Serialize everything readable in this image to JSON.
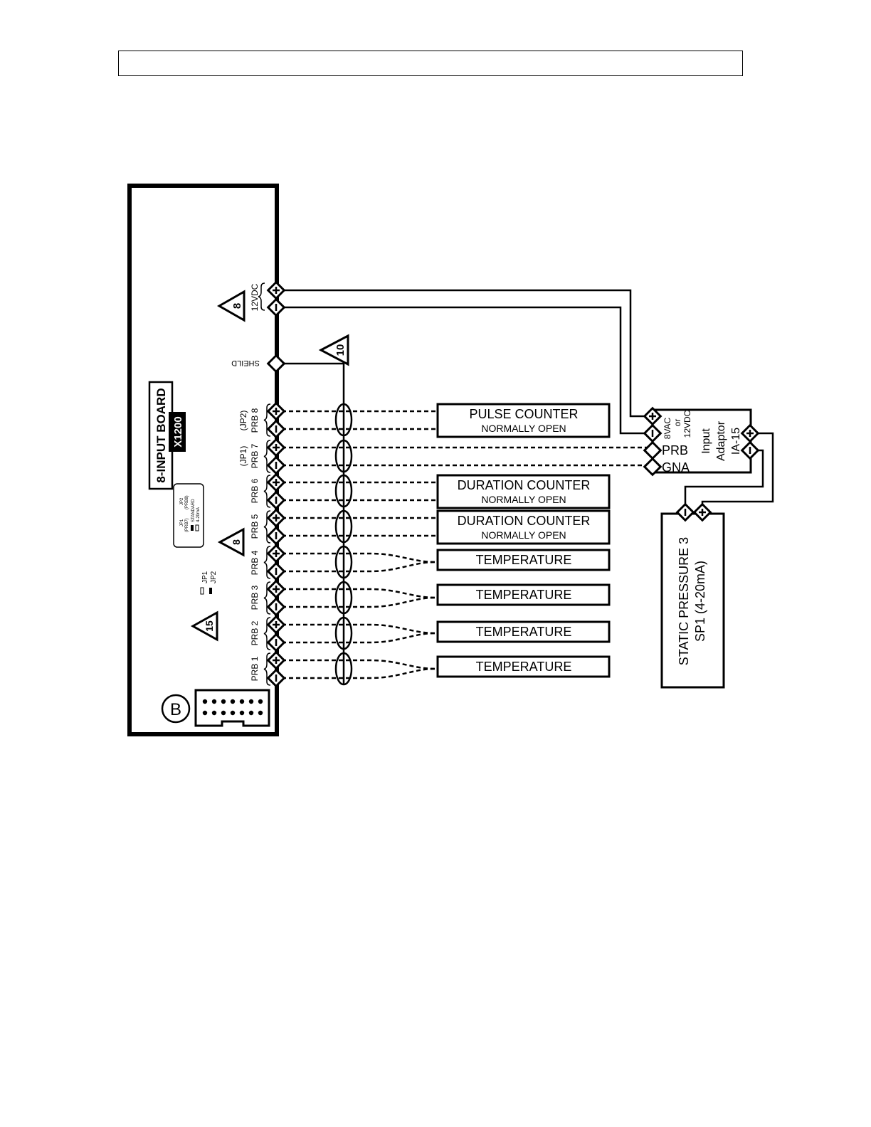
{
  "header": {
    "text": ""
  },
  "board": {
    "title": "8-INPUT BOARD",
    "model": "X1200",
    "badge": "B",
    "jumper_legend": {
      "jp1": "JP1",
      "jp1_sub": "(PRB7)",
      "jp2": "JP2",
      "jp2_sub": "(PRB8)",
      "standard": "STANDARD",
      "ma": "4-20mA"
    },
    "jumpers": [
      "JP1",
      "JP2"
    ]
  },
  "warnings": [
    "8",
    "10",
    "8",
    "15"
  ],
  "terminals": {
    "power": "12VDC",
    "shield": "SHEILD",
    "prb8": "PRB 8",
    "jp2": "(JP2)",
    "prb7": "PRB 7",
    "jp1": "(JP1)",
    "prb6": "PRB 6",
    "prb5": "PRB 5",
    "prb4": "PRB 4",
    "prb3": "PRB 3",
    "prb2": "PRB 2",
    "prb1": "PRB 1"
  },
  "devices": {
    "pulse": {
      "title": "PULSE COUNTER",
      "sub": "NORMALLY OPEN"
    },
    "duration6": {
      "title": "DURATION COUNTER",
      "sub": "NORMALLY OPEN"
    },
    "duration5": {
      "title": "DURATION COUNTER",
      "sub": "NORMALLY OPEN"
    },
    "temp4": "TEMPERATURE",
    "temp3": "TEMPERATURE",
    "temp2": "TEMPERATURE",
    "temp1": "TEMPERATURE"
  },
  "adaptor": {
    "power1": "8VAC",
    "power_or": "or",
    "power2": "12VDC",
    "prb": "PRB",
    "gna": "GNA",
    "name1": "Input",
    "name2": "Adaptor",
    "name3": "IA-15"
  },
  "sensor": {
    "line1": "STATIC PRESSURE 3",
    "line2": "SP1 (4-20mA)"
  }
}
